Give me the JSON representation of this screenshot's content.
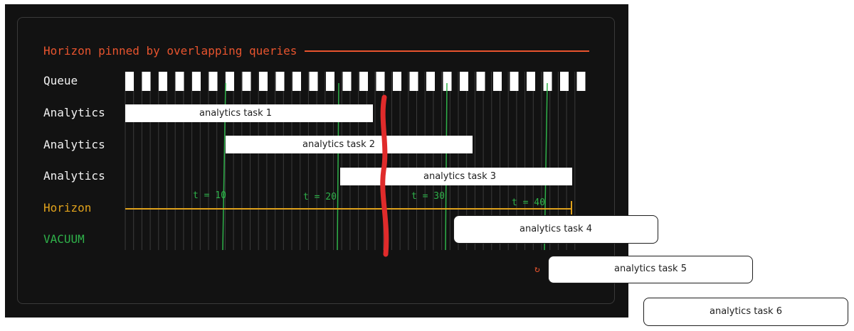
{
  "title": "Horizon pinned by overlapping queries",
  "rows": [
    {
      "label": "Queue"
    },
    {
      "label": "Analytics"
    },
    {
      "label": "Analytics"
    },
    {
      "label": "Analytics"
    },
    {
      "label": "Horizon"
    },
    {
      "label": "VACUUM"
    }
  ],
  "colors": {
    "background": "#121212",
    "title": "#e8542e",
    "horizon": "#e0a21c",
    "vacuum": "#2fb24a",
    "marker": "#e02b2b",
    "text": "#f2f2f2"
  },
  "time_markers": [
    "t = 10",
    "t = 20",
    "t = 30",
    "t = 40"
  ],
  "tasks": {
    "task1": "analytics task 1",
    "task2": "analytics task 2",
    "task3": "analytics task 3",
    "task4": "analytics task 4",
    "task5": "analytics task 5",
    "task6": "analytics task 6"
  },
  "icons": {
    "refresh": "refresh-icon"
  }
}
